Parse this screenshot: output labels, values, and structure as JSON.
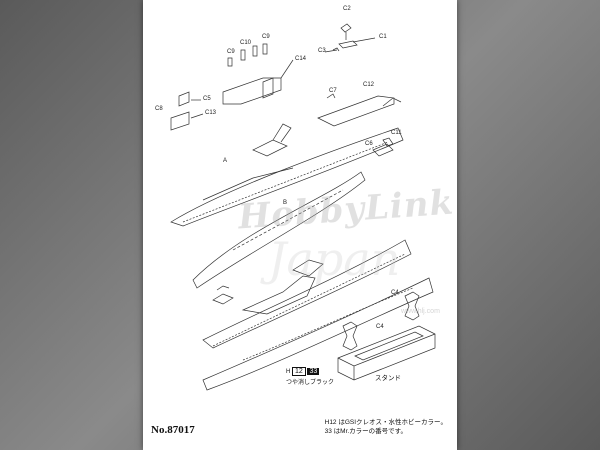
{
  "sheet": {
    "part_labels": [
      {
        "id": "C2",
        "text": "C2"
      },
      {
        "id": "C1",
        "text": "C1"
      },
      {
        "id": "C3",
        "text": "C3"
      },
      {
        "id": "C9",
        "text": "C9"
      },
      {
        "id": "C10",
        "text": "C10"
      },
      {
        "id": "C9b",
        "text": "C9"
      },
      {
        "id": "C14",
        "text": "C14"
      },
      {
        "id": "C8",
        "text": "C8"
      },
      {
        "id": "C5",
        "text": "C5"
      },
      {
        "id": "C13",
        "text": "C13"
      },
      {
        "id": "C7",
        "text": "C7"
      },
      {
        "id": "C12",
        "text": "C12"
      },
      {
        "id": "C11",
        "text": "C11"
      },
      {
        "id": "C6",
        "text": "C6"
      },
      {
        "id": "A",
        "text": "A"
      },
      {
        "id": "B",
        "text": "B"
      },
      {
        "id": "C4a",
        "text": "C4"
      },
      {
        "id": "C4b",
        "text": "C4"
      }
    ],
    "paint": {
      "code_prefix": "H",
      "code_number": "12",
      "mr_color": "33",
      "description": "つや消しブラック"
    },
    "stand_label": "スタンド",
    "model_number": "No.87017",
    "notes": [
      "H12 はGSIクレオス・水性ホビーカラー。",
      "33 はMr.カラーの番号です。"
    ]
  },
  "watermark": {
    "brand": "HobbyLink",
    "script": "Japan",
    "url": "www.hlj.com"
  }
}
